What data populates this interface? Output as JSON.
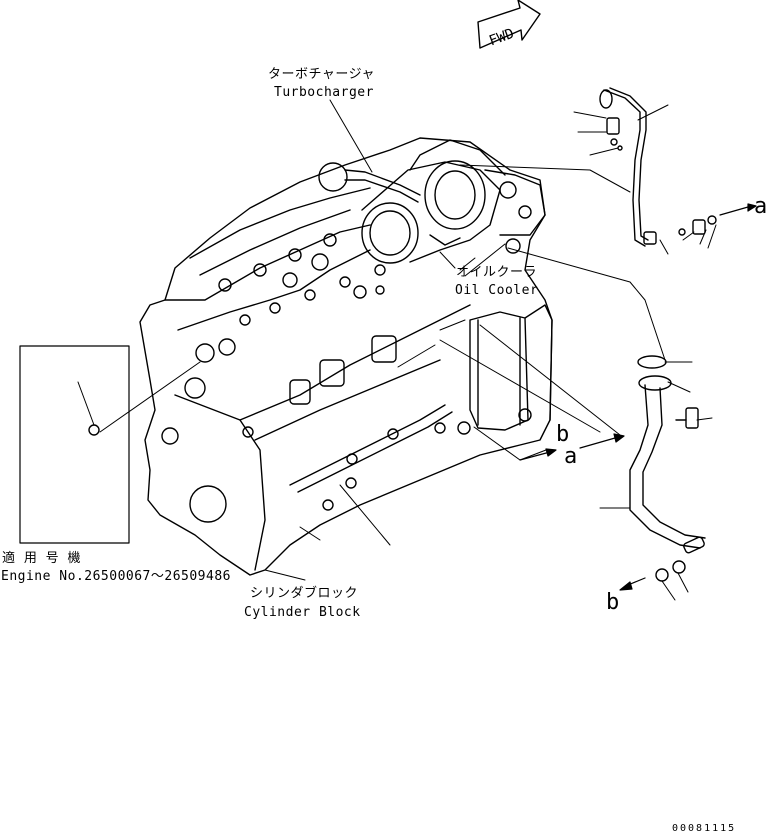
{
  "labels": {
    "fwd": "FWD",
    "turbo_jp": "ターボチャージャ",
    "turbo_en": "Turbocharger",
    "oilcooler_jp": "オイルクーラ",
    "oilcooler_en": "Oil Cooler",
    "applicable_jp": "適 用 号 機",
    "engine_no": "Engine No.26500067～26509486",
    "cylblock_jp": "シリンダブロック",
    "cylblock_en": "Cylinder Block",
    "ref_a": "a",
    "ref_b": "b",
    "drawing_no": "00081115"
  }
}
